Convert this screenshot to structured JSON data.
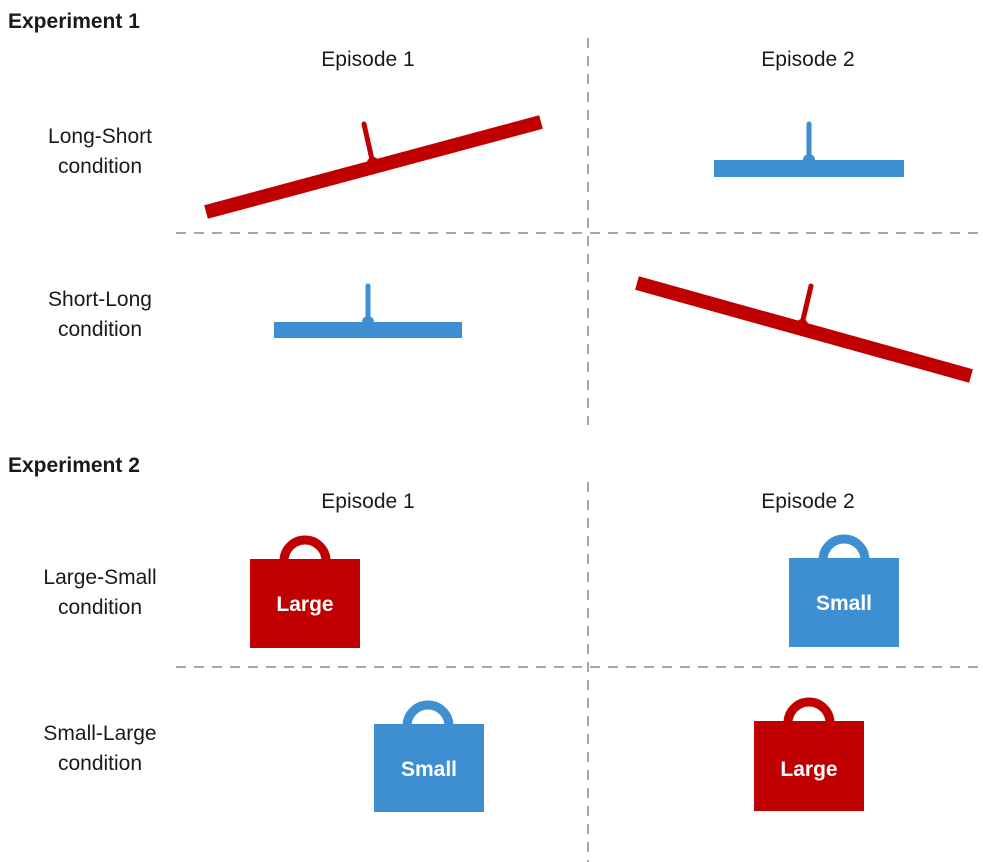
{
  "experiment1": {
    "title": "Experiment 1",
    "episodes": [
      "Episode 1",
      "Episode 2"
    ],
    "conditions": [
      {
        "line1": "Long-Short",
        "line2": "condition"
      },
      {
        "line1": "Short-Long",
        "line2": "condition"
      }
    ]
  },
  "experiment2": {
    "title": "Experiment 2",
    "episodes": [
      "Episode 1",
      "Episode 2"
    ],
    "conditions": [
      {
        "line1": "Large-Small",
        "line2": "condition"
      },
      {
        "line1": "Small-Large",
        "line2": "condition"
      }
    ],
    "bags": {
      "large_label": "Large",
      "small_label": "Small"
    }
  },
  "colors": {
    "red": "#c00000",
    "blue": "#3d8fd1",
    "divider": "#a6a6a6"
  },
  "icons": [
    "long-tilted-lever-icon",
    "short-level-lever-icon",
    "large-bag-icon",
    "small-bag-icon"
  ]
}
